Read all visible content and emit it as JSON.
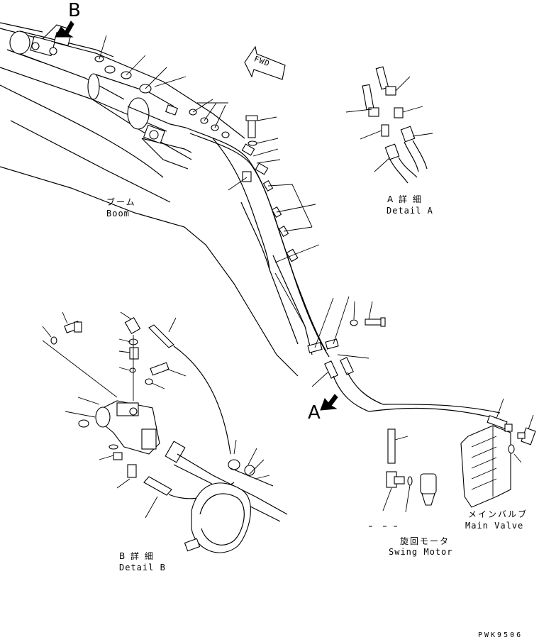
{
  "labels": {
    "boom_jp": "ブーム",
    "boom_en": "Boom",
    "detail_a_jp": "A 詳 細",
    "detail_a_en": "Detail A",
    "detail_b_jp": "B 詳 細",
    "detail_b_en": "Detail B",
    "main_valve_jp": "メインバルブ",
    "main_valve_en": "Main Valve",
    "swing_motor_jp": "旋回モータ",
    "swing_motor_en": "Swing Motor",
    "fwd": "FWD",
    "view_a": "A",
    "view_b": "B",
    "drawing_code": "PWK9506"
  },
  "colors": {
    "line": "#000000",
    "background": "#ffffff"
  },
  "icons": [
    "fwd-arrow-icon",
    "view-arrow-a-icon",
    "view-arrow-b-icon"
  ]
}
